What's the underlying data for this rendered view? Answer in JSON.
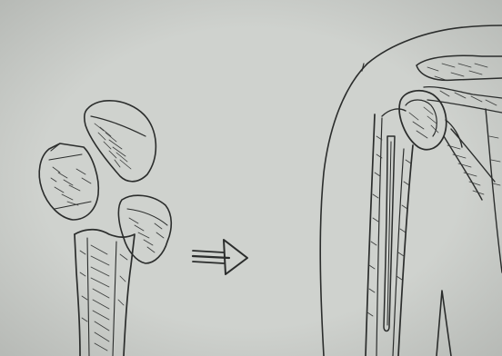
{
  "figure": {
    "kind": "anatomical line drawing",
    "background_color": "#c9ccc8",
    "ink_color": "#2b2d2c",
    "left_panel": {
      "parts": [
        "humeral-head-fragment",
        "greater-tuberosity-fragment",
        "lesser-tuberosity-fragment",
        "humeral-shaft"
      ]
    },
    "arrow": {
      "direction": "right"
    },
    "right_panel": {
      "parts": [
        "shoulder-outline",
        "acromion",
        "humeral-head-reconstruction",
        "intramedullary-stem",
        "humeral-shaft-right",
        "scapula-lines"
      ]
    }
  }
}
